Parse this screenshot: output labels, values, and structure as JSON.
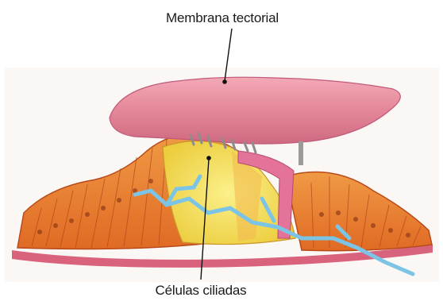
{
  "labels": {
    "tectorial_membrane": "Membrana tectorial",
    "hair_cells": "Células ciliadas"
  },
  "colors": {
    "background": "#ffffff",
    "tectorial_membrane": "#e27a8e",
    "epithelium": "#e9802f",
    "support_cells": "#f2dc5a",
    "nerve_fibers": "#7cc4e6",
    "basilar_membrane": "#d85c7a",
    "cilia": "#9a9a9a",
    "leader_line": "#111111"
  },
  "icons": [
    "leader-line-pointer",
    "hair-cell-cilia"
  ]
}
